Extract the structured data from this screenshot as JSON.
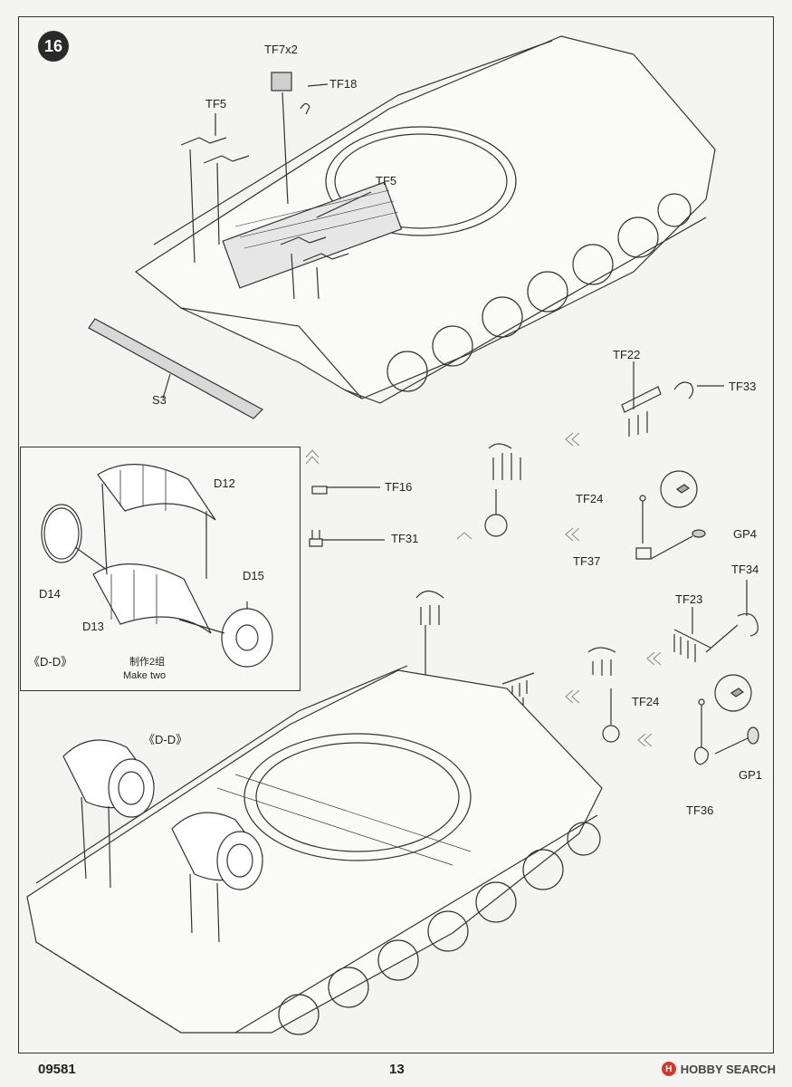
{
  "step_number": "16",
  "labels": {
    "tf7x2": "TF7x2",
    "tf18": "TF18",
    "tf5_a": "TF5",
    "tf5_b": "TF5",
    "s3": "S3",
    "tf22": "TF22",
    "tf33": "TF33",
    "tf16": "TF16",
    "tf31": "TF31",
    "tf24_a": "TF24",
    "gp4": "GP4",
    "tf37": "TF37",
    "tf34": "TF34",
    "tf23": "TF23",
    "tf24_b": "TF24",
    "gp1": "GP1",
    "tf36": "TF36",
    "dd_main": "《D-D》"
  },
  "inset": {
    "d12": "D12",
    "d14": "D14",
    "d13": "D13",
    "d15": "D15",
    "dd": "《D-D》",
    "make_two_cn": "制作2组",
    "make_two_en": "Make two"
  },
  "footer": {
    "code": "09581",
    "page": "13"
  },
  "watermark": {
    "text": "HOBBY SEARCH",
    "icon": "H"
  }
}
